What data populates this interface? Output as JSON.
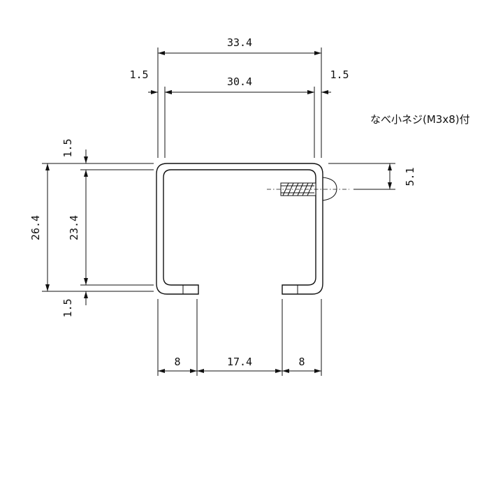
{
  "dimensions": {
    "outer_width": "33.4",
    "inner_width": "30.4",
    "left_thickness": "1.5",
    "right_thickness": "1.5",
    "top_thickness": "1.5",
    "bottom_thickness": "1.5",
    "outer_height": "26.4",
    "inner_height": "23.4",
    "screw_offset": "5.1",
    "left_lip": "8",
    "opening": "17.4",
    "right_lip": "8"
  },
  "notes": {
    "screw": "なべ小ネジ(M3x8)付"
  }
}
